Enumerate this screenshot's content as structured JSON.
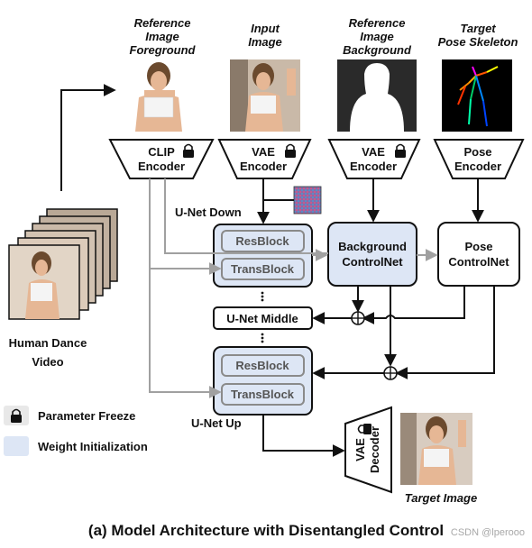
{
  "top_labels": {
    "ref_fg": [
      "Reference",
      "Image",
      "Foreground"
    ],
    "input": [
      "Input",
      "Image"
    ],
    "ref_bg": [
      "Reference",
      "Image",
      "Background"
    ],
    "target_pose": [
      "Target",
      "Pose Skeleton"
    ]
  },
  "encoders": {
    "clip": [
      "CLIP",
      "Encoder"
    ],
    "vae1": [
      "VAE",
      "Encoder"
    ],
    "vae2": [
      "VAE",
      "Encoder"
    ],
    "pose": [
      "Pose",
      "Encoder"
    ]
  },
  "unet": {
    "down_label": "U-Net Down",
    "resblock": "ResBlock",
    "transblock": "TransBlock",
    "middle": "U-Net Middle",
    "up_label": "U-Net Up"
  },
  "controlnets": {
    "background": [
      "Background",
      "ControlNet"
    ],
    "pose": [
      "Pose",
      "ControlNet"
    ]
  },
  "decoder": [
    "VAE",
    "Decoder"
  ],
  "target_image_label": "Target Image",
  "video_label": [
    "Human Dance",
    "Video"
  ],
  "legend": {
    "freeze": "Parameter Freeze",
    "weight_init": "Weight Initialization"
  },
  "caption": "(a) Model Architecture with Disentangled Control",
  "watermark": "CSDN @lperooo",
  "colors": {
    "light_blue": "#dde6f5",
    "gray_arrow": "#a0a0a0",
    "dark": "#111111"
  }
}
